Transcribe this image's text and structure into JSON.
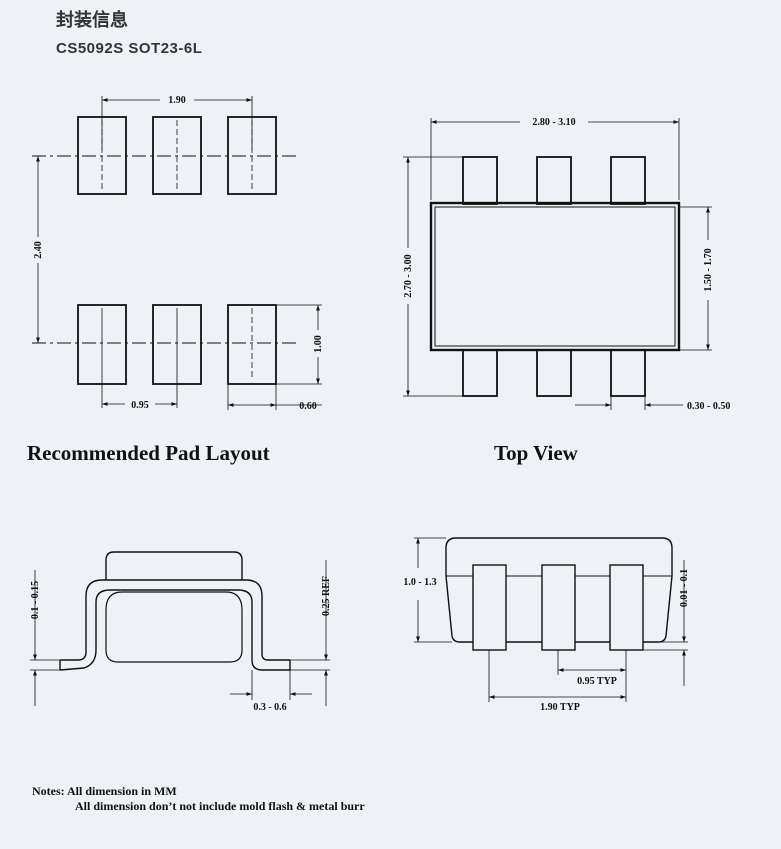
{
  "header": {
    "title": "封装信息",
    "part": "CS5092S  SOT23-6L"
  },
  "captions": {
    "pad_layout": "Recommended Pad Layout",
    "top_view": "Top View"
  },
  "dimensions": {
    "pad_pitch_outer": "1.90",
    "pad_row_distance": "2.40",
    "pad_height": "1.00",
    "pad_pitch": "0.95",
    "pad_width": "0.60",
    "body_width": "2.80 - 3.10",
    "overall_length": "2.70 - 3.00",
    "body_length": "1.50 - 1.70",
    "lead_width": "0.30 - 0.50",
    "standoff": "0.1 - 0.15",
    "lead_thickness": "0.25 REF",
    "foot_length": "0.3 - 0.6",
    "total_height": "1.0 - 1.3",
    "lead_offset": "0.01 - 0.1",
    "pitch_typ": "0.95 TYP",
    "pitch_outer_typ": "1.90 TYP"
  },
  "notes": {
    "label": "Notes:",
    "line1": "All dimension in MM",
    "line2": "All dimension don’t not include mold flash & metal burr"
  },
  "colors": {
    "background": "#eef1f5",
    "ink": "#111111"
  }
}
